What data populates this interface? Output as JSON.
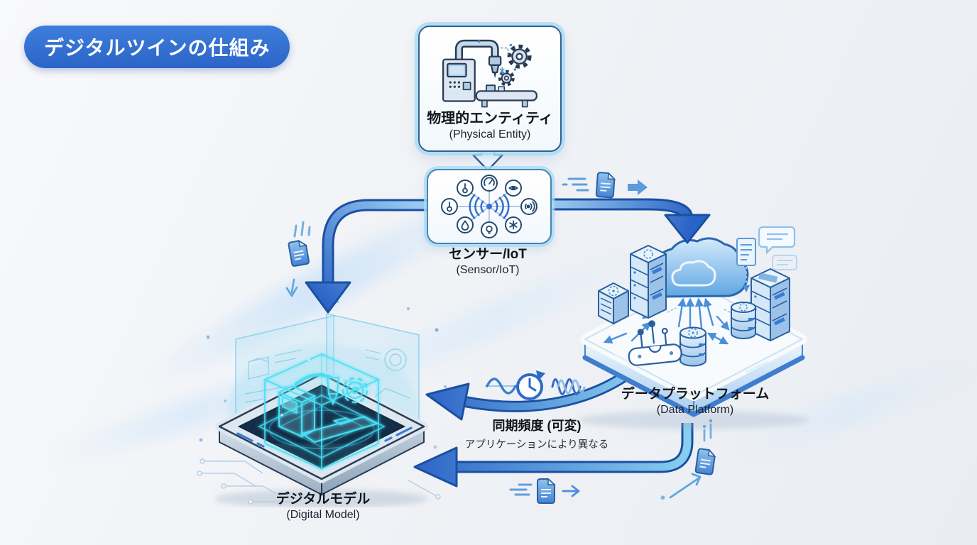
{
  "header": {
    "title": "デジタルツインの仕組み"
  },
  "nodes": {
    "physical_entity": {
      "ja": "物理的エンティティ",
      "en": "(Physical Entity)"
    },
    "sensor_iot": {
      "ja": "センサー/IoT",
      "en": "(Sensor/IoT)"
    },
    "data_platform": {
      "ja": "データプラットフォーム",
      "en": "(Data Platform)"
    },
    "digital_model": {
      "ja": "デジタルモデル",
      "en": "(Digital Model)"
    }
  },
  "sync": {
    "label": "同期頻度 (可変)",
    "note": "アプリケーションにより異なる"
  },
  "icons": {
    "factory_machine": "industrial-machine-with-gears",
    "wireless_signal": "((o))",
    "sensor_ring": [
      "gauge",
      "thermometer",
      "eye",
      "thermometer",
      "sound-signal",
      "water-drop",
      "lightbulb",
      "snowflake"
    ],
    "sync_icons": [
      "slow-wave",
      "refresh-clock",
      "fast-wave"
    ],
    "data_document": "file-with-motion-lines",
    "platform_items": [
      "cloud",
      "server-rack",
      "server-rack",
      "server-cube",
      "database",
      "database",
      "circuit-chip",
      "documents"
    ]
  },
  "colors": {
    "badge_blue": "#2f6fd1",
    "arrow_outline": "#1b4fa0",
    "arrow_light": "#9fd0f2",
    "arrow_dark": "#2a63c6",
    "hologram_cyan": "#45e0f5",
    "text_dark": "#10151c"
  }
}
